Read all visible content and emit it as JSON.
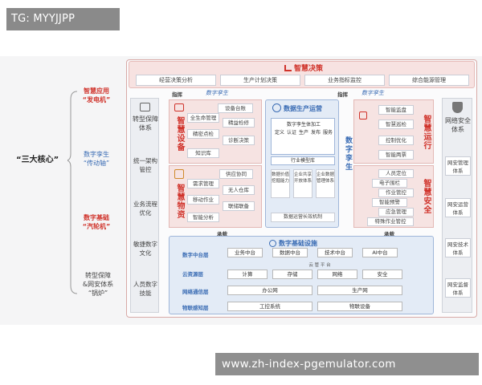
{
  "tag": "TG: MYYJJPP",
  "watermark": "www.zh-index-pgemulator.com",
  "left": {
    "core": "“三大核心”",
    "top_label": "智慧应用\n“发电机”",
    "mid_label": "数字孪生\n“传动轴”",
    "bot_label": "数字基础\n“汽轮机”",
    "foot_label": "转型保障\n&网安体系\n“锅炉”"
  },
  "top_banner": {
    "title": "智慧决策",
    "items": [
      "经营决策分析",
      "生产计划决策",
      "业务指标监控",
      "综合能源管理"
    ],
    "left_tag": "指挥",
    "left_sub": "数字孪生",
    "right_tag": "指挥",
    "right_sub": "数字孪生"
  },
  "left_col": {
    "title": "转型保障体系",
    "items": [
      "统一架构管控",
      "业务流程优化",
      "敏捷数字文化",
      "人员数字技能"
    ]
  },
  "smart_equipment": {
    "title": "智慧设备",
    "items": [
      "设备台账",
      "全生命管理",
      "精益检修",
      "精密点检",
      "诊断决策",
      "知识库"
    ]
  },
  "smart_materials": {
    "title": "智慧物资",
    "items": [
      "供应协同",
      "需求管理",
      "无人仓库",
      "移动作业",
      "联储联备",
      "智能分析"
    ]
  },
  "center": {
    "title": "数据生产运营",
    "sub_title": "数字孪生体加工",
    "steps": [
      "定义",
      "认证",
      "生产",
      "发布",
      "服务"
    ],
    "model_lib": "行业模型库",
    "blocks": [
      "数据价值挖掘能力",
      "企业共享开放体系",
      "企业数据管理体系"
    ],
    "mech": "数据运营长效机制"
  },
  "twin_label": "数字孪生",
  "smart_ops": {
    "title": "智慧运行",
    "items": [
      "智能监盘",
      "智慧巡检",
      "控制优化",
      "智能两票"
    ]
  },
  "smart_safety": {
    "title": "智慧安全",
    "items": [
      "人员定位",
      "电子围栏",
      "作业管控",
      "智能预警",
      "应急管理",
      "特殊作业管控"
    ]
  },
  "right_col": {
    "title": "网络安全体系",
    "items": [
      "网安管理体系",
      "网安运营体系",
      "网安技术体系",
      "网安监督体系"
    ]
  },
  "bearing": {
    "left": "承载",
    "right": "承载"
  },
  "foundation": {
    "title": "数字基础设施",
    "rows": [
      {
        "label": "数字中台层",
        "items": [
          "业务中台",
          "数据中台",
          "技术中台",
          "AI中台"
        ]
      },
      {
        "label": "云资源层",
        "items": [
          "计算",
          "存储",
          "网络",
          "安全"
        ],
        "band": "云 管 平 台"
      },
      {
        "label": "网络通信层",
        "items": [
          "办公网",
          "生产网"
        ]
      },
      {
        "label": "物联感知层",
        "items": [
          "工控系统",
          "物联设备"
        ]
      }
    ]
  },
  "colors": {
    "red": "#d0332b",
    "blue": "#3a6cb4",
    "panel_red": "#f6e3e2",
    "panel_blue": "#e3ebf6"
  }
}
